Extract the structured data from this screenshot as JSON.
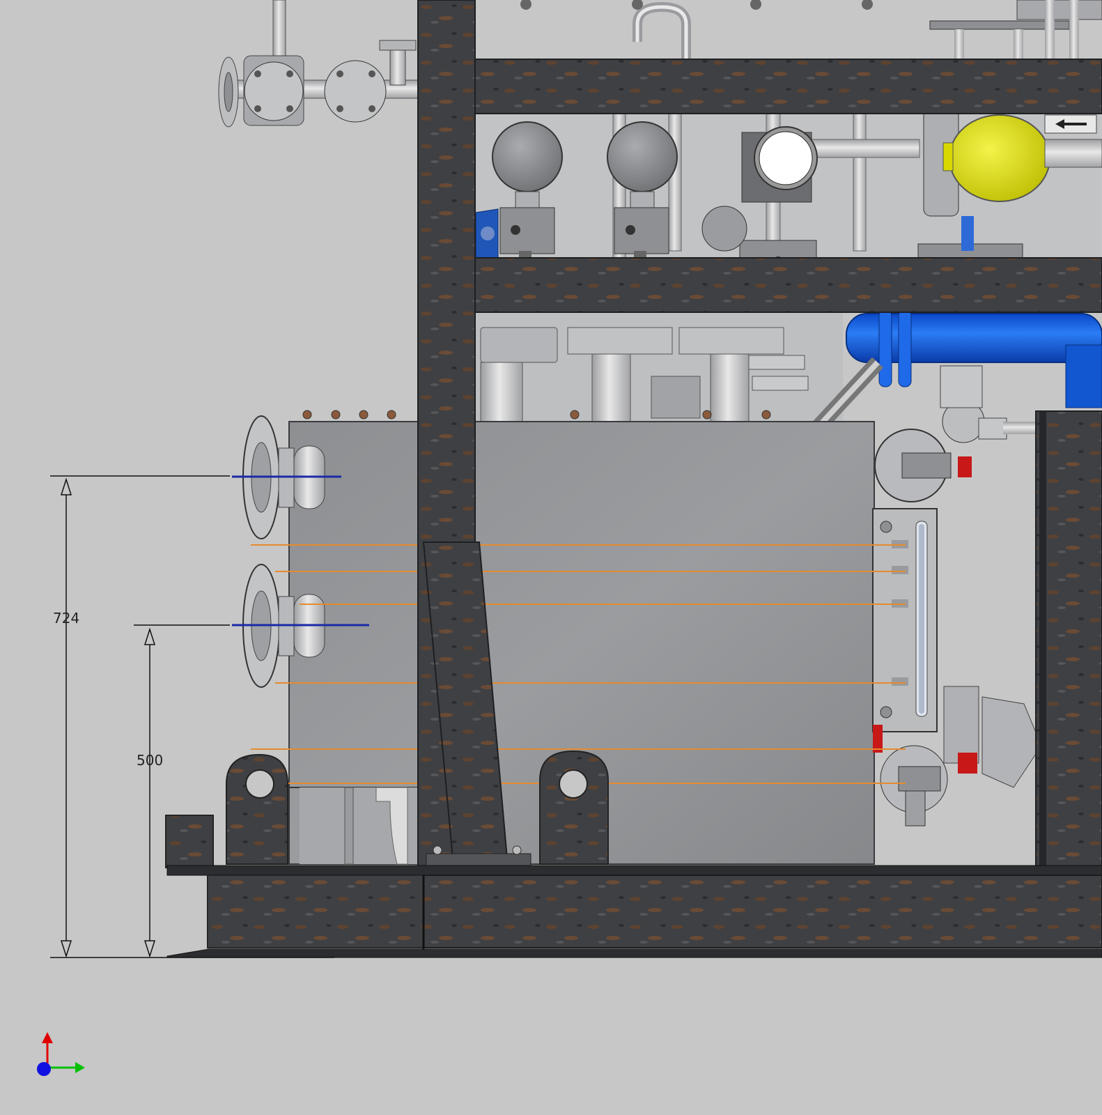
{
  "viewport": {
    "background": "#c7c7c7"
  },
  "dimensions": [
    {
      "id": "overall-height",
      "value": "724"
    },
    {
      "id": "inlet-height",
      "value": "500"
    }
  ],
  "colors": {
    "steel_frame": "#3b3c3f",
    "rust": "#6b4a33",
    "tank": "#8a8c8f",
    "pipe": "#c9cacc",
    "level_line": "#e58a2e",
    "nozzle_axis": "#1a2aa8",
    "blue_vessel": "#1463e0",
    "yellow_instrument": "#dcdc10",
    "valve_red": "#c81818",
    "axis_x": "#00c000",
    "axis_y": "#e00000",
    "axis_z": "#1010e0"
  },
  "icons": [
    "coordinate-axis-triad-icon",
    "flow-direction-arrow-icon"
  ]
}
